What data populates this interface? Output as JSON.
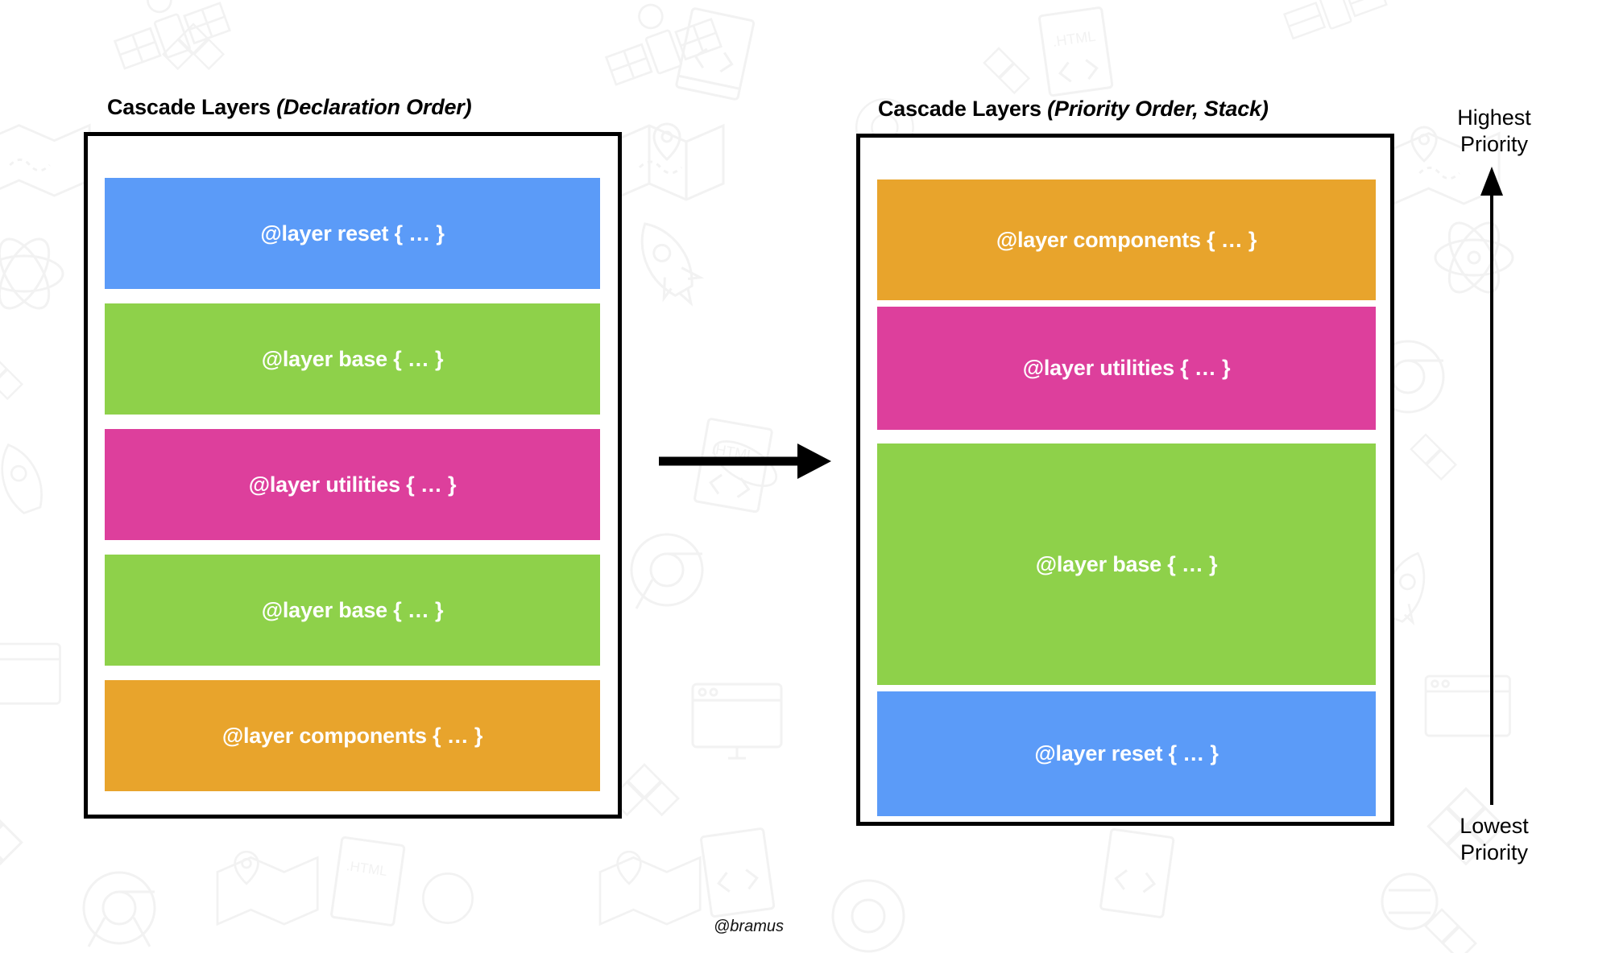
{
  "meta": {
    "background_color": "#ffffff",
    "border_color": "#000000",
    "text_on_block_color": "#ffffff",
    "watermark_color": "#f2f2f2"
  },
  "panels": [
    {
      "id": "declaration-order",
      "title_main": "Cascade Layers ",
      "title_em": "(Declaration Order)",
      "title_full": "Cascade Layers (Declaration Order)",
      "layers": [
        {
          "label": "@layer reset { … }",
          "name": "reset",
          "color": "#5b9bf8"
        },
        {
          "label": "@layer base { … }",
          "name": "base",
          "color": "#8ed14a"
        },
        {
          "label": "@layer utilities { … }",
          "name": "utilities",
          "color": "#dd3f9c"
        },
        {
          "label": "@layer base { … }",
          "name": "base",
          "color": "#8ed14a"
        },
        {
          "label": "@layer components { … }",
          "name": "components",
          "color": "#e8a42c"
        }
      ]
    },
    {
      "id": "priority-order",
      "title_main": "Cascade Layers ",
      "title_em": "(Priority Order, Stack)",
      "title_full": "Cascade Layers (Priority Order, Stack)",
      "layers": [
        {
          "label": "@layer components { … }",
          "name": "components",
          "color": "#e8a42c"
        },
        {
          "label": "@layer utilities { … }",
          "name": "utilities",
          "color": "#dd3f9c"
        },
        {
          "label": "@layer base { … }",
          "name": "base",
          "color": "#8ed14a"
        },
        {
          "label": "@layer reset { … }",
          "name": "reset",
          "color": "#5b9bf8"
        }
      ]
    }
  ],
  "transform_arrow": {
    "direction": "right",
    "name": "transform-arrow"
  },
  "priority_axis": {
    "direction": "up",
    "top_label": "Highest\nPriority",
    "bottom_label": "Lowest\nPriority"
  },
  "credit": "@bramus"
}
